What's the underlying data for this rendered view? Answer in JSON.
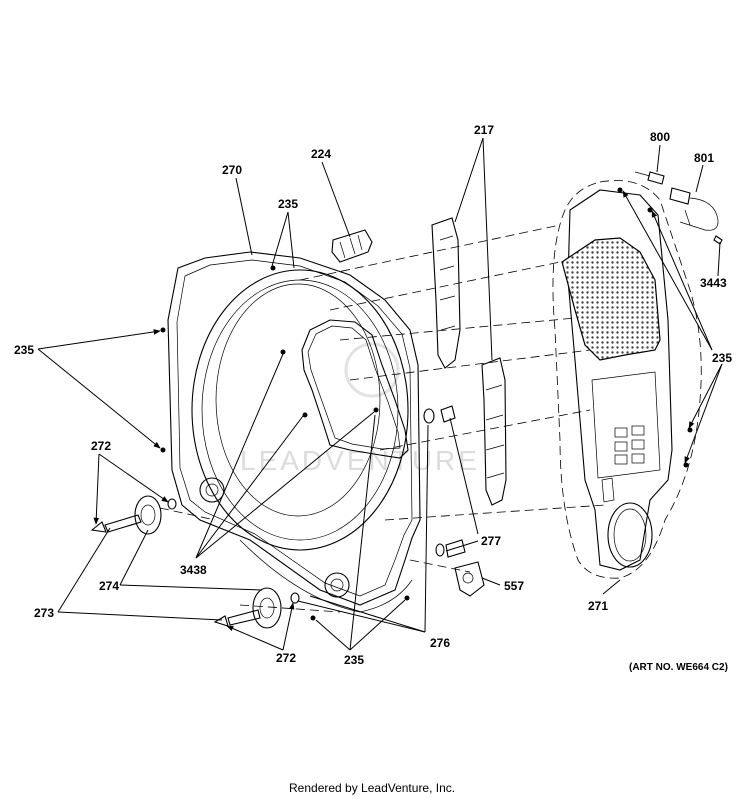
{
  "diagram": {
    "callouts": {
      "c270": "270",
      "c224": "224",
      "c235_top": "235",
      "c217": "217",
      "c800": "800",
      "c801": "801",
      "c3443": "3443",
      "c235_left": "235",
      "c235_right": "235",
      "c272_top": "272",
      "c3438": "3438",
      "c274": "274",
      "c273": "273",
      "c272_bottom": "272",
      "c235_bottom": "235",
      "c276": "276",
      "c277": "277",
      "c557": "557",
      "c271": "271"
    },
    "art_number": "(ART NO. WE664 C2)",
    "watermark": "LEADVENTURE",
    "footer": "Rendered by LeadVenture, Inc."
  }
}
